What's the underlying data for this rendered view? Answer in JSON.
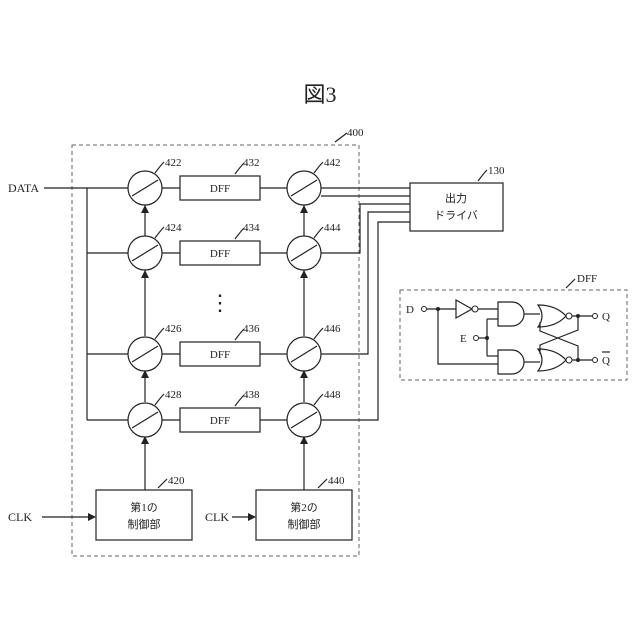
{
  "title": "図3",
  "refs": {
    "group": "400",
    "out_driver": "130",
    "ctrl1": "420",
    "ctrl2": "440",
    "sw_in": [
      "422",
      "424",
      "426",
      "428"
    ],
    "dff": [
      "432",
      "434",
      "436",
      "438"
    ],
    "sw_out": [
      "442",
      "444",
      "446",
      "448"
    ]
  },
  "labels": {
    "data": "DATA",
    "clk1": "CLK",
    "clk2": "CLK",
    "dff": "DFF",
    "out_driver_l1": "出力",
    "out_driver_l2": "ドライバ",
    "ctrl1_l1": "第1の",
    "ctrl1_l2": "制御部",
    "ctrl2_l1": "第2の",
    "ctrl2_l2": "制御部",
    "ellipsis": "⋮"
  },
  "dff_detail": {
    "title": "DFF",
    "in_d": "D",
    "in_e": "E",
    "out_q": "Q",
    "out_qbar": "Q"
  }
}
